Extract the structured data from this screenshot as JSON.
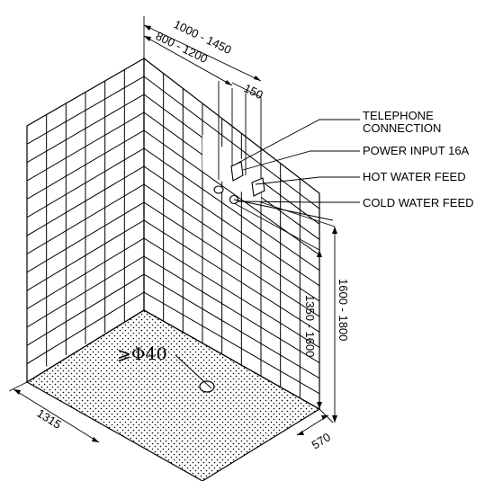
{
  "labels": {
    "telephone_line1": "TELEPHONE",
    "telephone_line2": "CONNECTION",
    "power": "POWER INPUT 16A",
    "hot": "HOT WATER FEED",
    "cold": "COLD WATER FEED"
  },
  "dimensions": {
    "outer_width": "1000 - 1450",
    "inner_width": "800 - 1200",
    "offset": "150",
    "outer_height": "1600 - 1800",
    "inner_height": "1350 - 1600",
    "floor_length": "1315",
    "floor_depth": "570",
    "drain": "⩾Φ40"
  }
}
